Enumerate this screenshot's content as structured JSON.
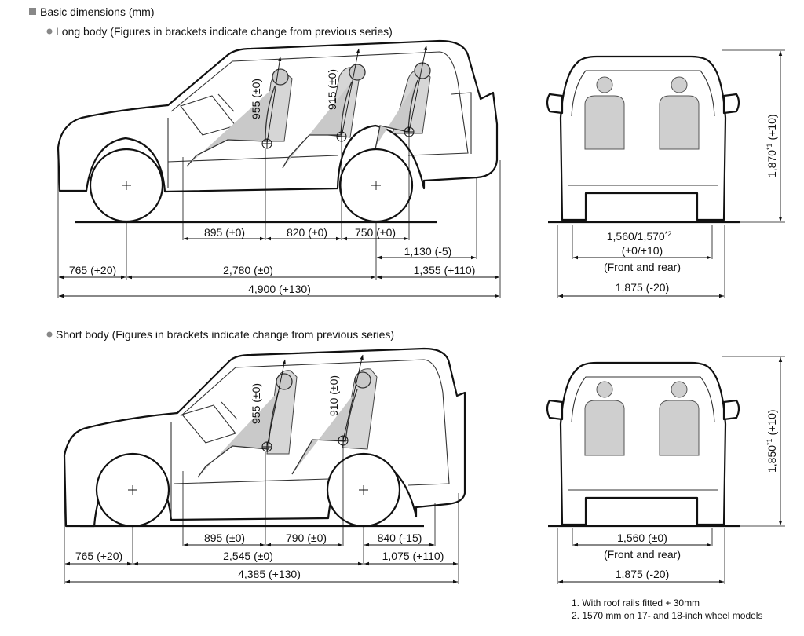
{
  "header": {
    "title": "Basic dimensions (mm)"
  },
  "long_body": {
    "heading": "Long body (Figures in brackets indicate change from previous series)",
    "legroom": [
      "895 (±0)",
      "820 (±0)",
      "750 (±0)"
    ],
    "headroom": [
      "955 (±0)",
      "915 (±0)"
    ],
    "rear_overhang_sub": "1,130 (-5)",
    "front_overhang": "765 (+20)",
    "wheelbase": "2,780 (±0)",
    "rear_overhang": "1,355 (+110)",
    "overall_length": "4,900 (+130)",
    "height": "1,870",
    "height_note": "*1",
    "height_change": "(+10)",
    "tread": "1,560/1,570",
    "tread_note": "*2",
    "tread_change": "(±0/+10)",
    "tread_caption": "(Front and rear)",
    "width": "1,875 (-20)"
  },
  "short_body": {
    "heading": "Short body (Figures in brackets indicate change from previous series)",
    "legroom": [
      "895 (±0)",
      "790 (±0)"
    ],
    "rear_overhang_sub": "840 (-15)",
    "headroom": [
      "955 (±0)",
      "910 (±0)"
    ],
    "front_overhang": "765 (+20)",
    "wheelbase": "2,545 (±0)",
    "rear_overhang": "1,075 (+110)",
    "overall_length": "4,385 (+130)",
    "height": "1,850",
    "height_note": "*1",
    "height_change": "(+10)",
    "tread": "1,560 (±0)",
    "tread_caption": "(Front and rear)",
    "width": "1,875 (-20)"
  },
  "footnotes": [
    "1. With roof rails fitted + 30mm",
    "2. 1570 mm on 17- and 18-inch wheel models"
  ]
}
